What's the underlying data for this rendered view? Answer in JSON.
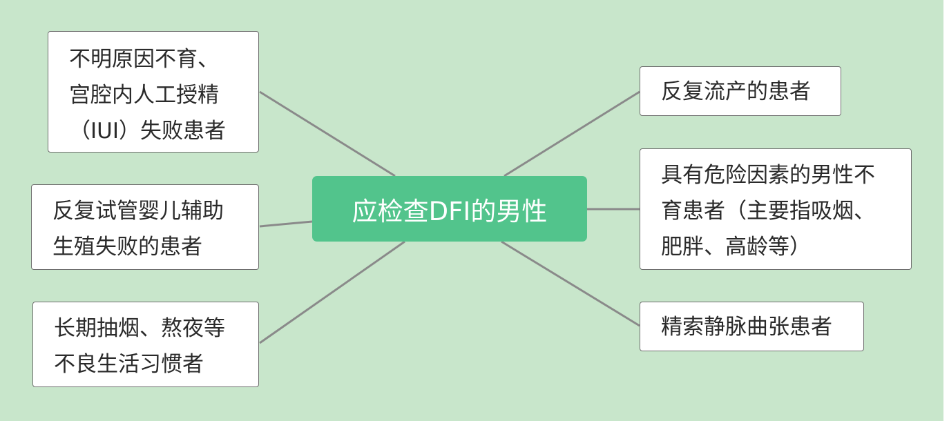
{
  "diagram": {
    "colors": {
      "background": "#c8e6cb",
      "central_fill": "#52c48c",
      "node_fill": "#ffffff",
      "connector": "#8a8a8a"
    },
    "central": {
      "label": "应检查DFI的男性"
    },
    "left_nodes": [
      {
        "lines": [
          "不明原因不育、",
          "宫腔内人工授精",
          "（IUI）失败患者"
        ]
      },
      {
        "lines": [
          "反复试管婴儿辅助",
          "生殖失败的患者"
        ]
      },
      {
        "lines": [
          "长期抽烟、熬夜等",
          "不良生活习惯者"
        ]
      }
    ],
    "right_nodes": [
      {
        "lines": [
          "反复流产的患者"
        ]
      },
      {
        "lines": [
          "具有危险因素的男性不",
          "育患者（主要指吸烟、",
          "肥胖、高龄等）"
        ]
      },
      {
        "lines": [
          "精索静脉曲张患者"
        ]
      }
    ]
  }
}
